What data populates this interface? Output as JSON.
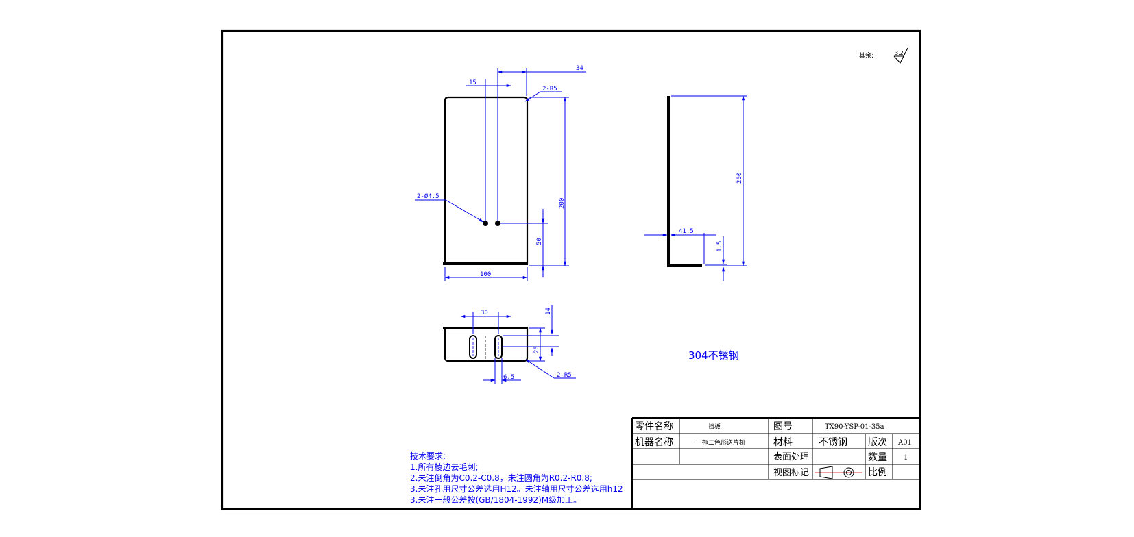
{
  "surface_finish": {
    "label": "其余:",
    "value": "3.2"
  },
  "dimensions": {
    "front": {
      "d15": "15",
      "d34": "34",
      "radius": "2-R5",
      "hole": "2-Ø4.5",
      "height": "200",
      "hole_height": "50",
      "width": "100"
    },
    "side": {
      "height": "200",
      "flange": "41.5",
      "thickness": "1.5"
    },
    "top": {
      "d30": "30",
      "d14": "14",
      "d20": "20",
      "d6_5": "6.5",
      "radius": "2-R5"
    }
  },
  "material_note": "304不锈钢",
  "tech_requirements": {
    "title": "技术要求:",
    "items": [
      "1.所有棱边去毛刺;",
      "2.未注倒角为C0.2-C0.8，未注圆角为R0.2-R0.8;",
      "3.未注孔用尺寸公差选用H12。未注轴用尺寸公差选用h12",
      "3.未注一般公差按(GB/1804-1992)M级加工。"
    ]
  },
  "title_block": {
    "part_name_label": "零件名称",
    "part_name": "挡板",
    "drawing_no_label": "图号",
    "drawing_no": "TX90-YSP-01-35a",
    "machine_name_label": "机器名称",
    "machine_name": "一拖二色形送片机",
    "material_label": "材料",
    "material": "不锈钢",
    "version_label": "版次",
    "version": "A01",
    "surface_label": "表面处理",
    "quantity_label": "数量",
    "quantity": "1",
    "view_label": "视图标记",
    "scale_label": "比例"
  }
}
